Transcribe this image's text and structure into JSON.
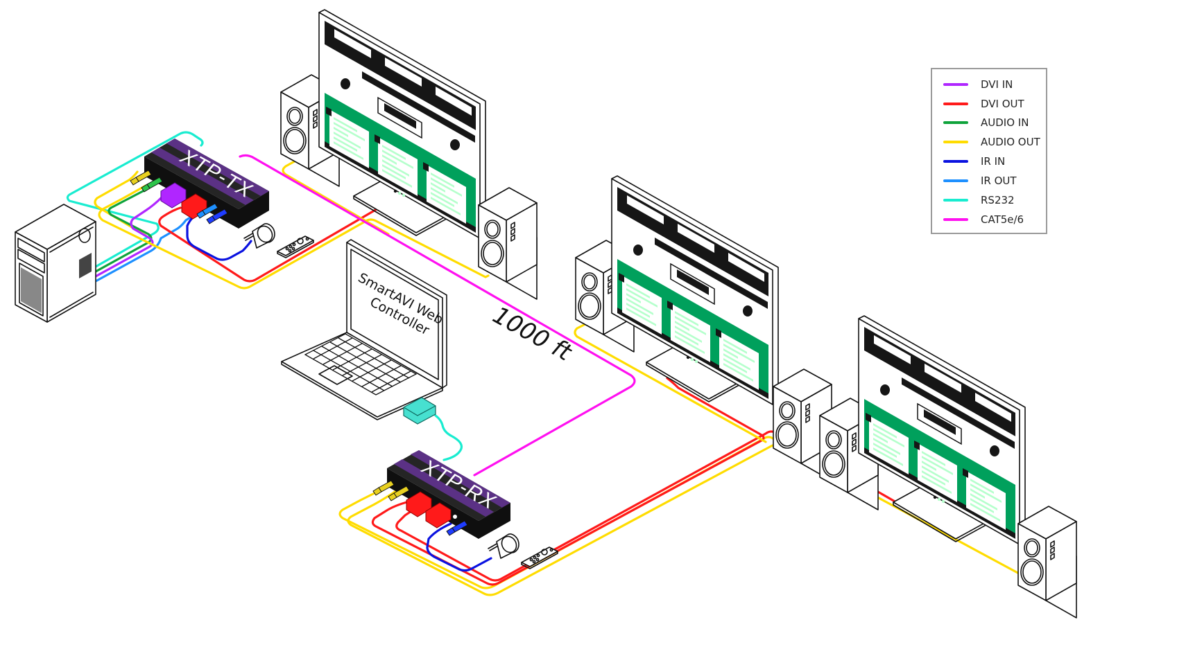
{
  "diagram": {
    "transmitter": {
      "label": "XTP-TX"
    },
    "receiver": {
      "label": "XTP-RX"
    },
    "laptop": {
      "screen_text_line1": "SmartAVI Web",
      "screen_text_line2": "Controller"
    },
    "distance": {
      "label": "1000 ft"
    }
  },
  "legend": {
    "items": [
      {
        "label": "DVI IN",
        "color": "#b026ff"
      },
      {
        "label": "DVI OUT",
        "color": "#ff1a1a"
      },
      {
        "label": "AUDIO IN",
        "color": "#0fa33b"
      },
      {
        "label": "AUDIO OUT",
        "color": "#ffdc00"
      },
      {
        "label": "IR IN",
        "color": "#0a12e0"
      },
      {
        "label": "IR OUT",
        "color": "#1e90ff"
      },
      {
        "label": "RS232",
        "color": "#19ecd0"
      },
      {
        "label": "CAT5e/6",
        "color": "#ff10f0"
      }
    ]
  },
  "colors": {
    "screen_green": "#00a05c",
    "screen_light": "#b5ffcc",
    "device_top": "#252525",
    "device_stripe": "#5b3185",
    "adapter": "#47e0d0"
  }
}
